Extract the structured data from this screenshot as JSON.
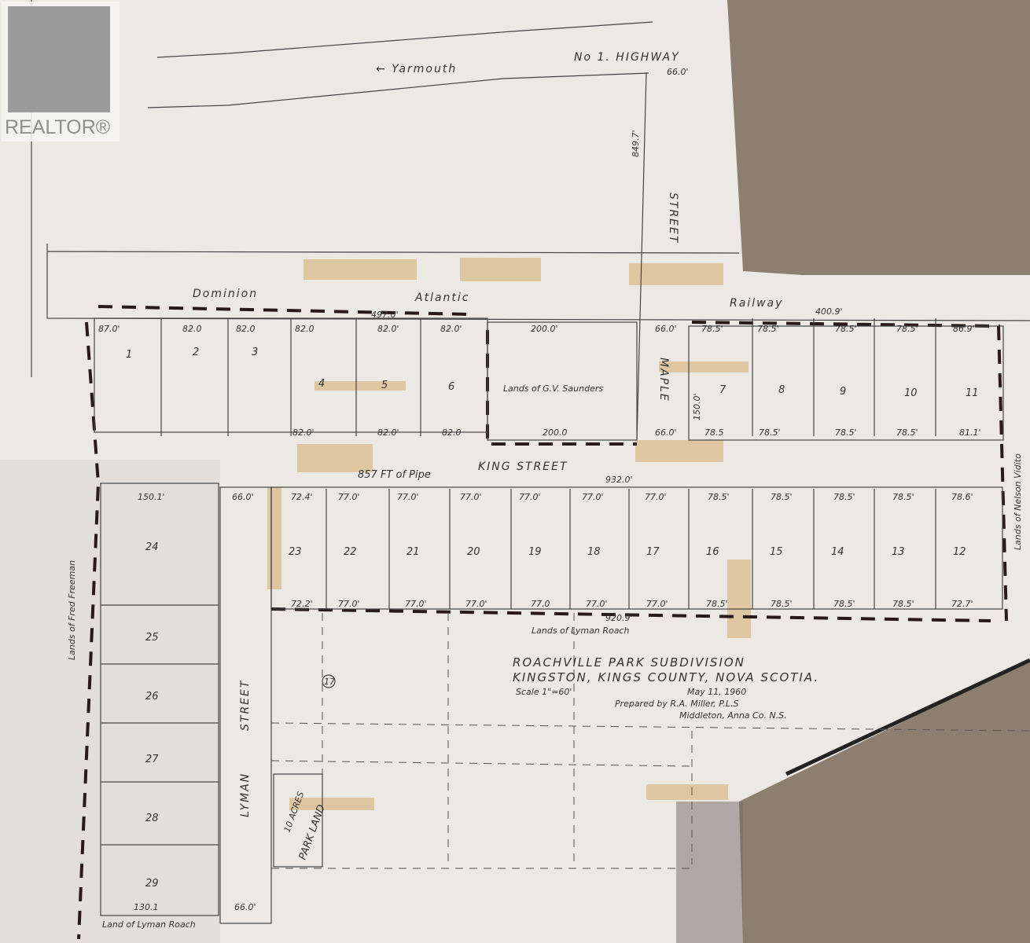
{
  "logo": {
    "text": "REALTOR®"
  },
  "colors": {
    "paper": "#ece9e4",
    "carpet": "#8d7f70",
    "ink": "#333333",
    "boundary": "#2a1a1a",
    "tape": "#d9b98a"
  },
  "roads": {
    "highway": "No 1. HIGHWAY",
    "yarmouth": "← Yarmouth",
    "railway_1": "Dominion",
    "railway_2": "Atlantic",
    "railway_3": "Railway",
    "king_street": "KING STREET",
    "maple": "MAPLE",
    "street_upper": "STREET",
    "lyman": "LYMAN",
    "lyman_street": "STREET"
  },
  "adjoining": {
    "saunders": "Lands of G.V. Saunders",
    "fred_freeman": "Lands of Fred Freeman",
    "lyman_roach_mid": "Lands of Lyman Roach",
    "lyman_roach_bottom": "Land of Lyman Roach",
    "nelson_vidito": "Lands of Nelson Vidito",
    "park_land": "PARK LAND",
    "acres": "10 ACRES",
    "pipe_note": "857 FT of Pipe"
  },
  "lots_north": [
    "1",
    "2",
    "3",
    "4",
    "5",
    "6",
    "7",
    "8",
    "9",
    "10",
    "11"
  ],
  "lots_south": [
    "23",
    "22",
    "21",
    "20",
    "19",
    "18",
    "17",
    "16",
    "15",
    "14",
    "13",
    "12"
  ],
  "lots_west": [
    "24",
    "25",
    "26",
    "27",
    "28",
    "29"
  ],
  "dimensions": {
    "top_north": [
      "87.0'",
      "82.0",
      "82.0",
      "82.0",
      "82.0'",
      "82.0'",
      "200.0'",
      "66.0'",
      "78.5'",
      "78.5'",
      "78.5'",
      "78.5'",
      "86.9'"
    ],
    "bottom_north": [
      "82.0'",
      "82.0'",
      "82.0",
      "200.0",
      "66.0'",
      "78.5",
      "78.5'",
      "78.5'",
      "78.5'",
      "81.1'"
    ],
    "king_south_top": [
      "150.1'",
      "66.0'",
      "72.4'",
      "77.0'",
      "77.0'",
      "77.0'",
      "77.0'",
      "77.0'",
      "77.0'",
      "78.5'",
      "78.5'",
      "78.5'",
      "78.5'",
      "78.6'"
    ],
    "south_bottom": [
      "72.2'",
      "77.0'",
      "77.0'",
      "77.0'",
      "77.0",
      "77.0'",
      "77.0'",
      "78.5'",
      "78.5'",
      "78.5'",
      "78.5'",
      "72.7'"
    ],
    "total_north": "497.0'",
    "total_east": "400.9'",
    "total_king": "932.0'",
    "total_south": "920.9'",
    "street_width": "66.0'",
    "street_length": "849.7'",
    "west_bottom": "130.1",
    "west_street": "66.0'",
    "depth": "150.0'"
  },
  "title_block": {
    "line1": "ROACHVILLE PARK SUBDIVISION",
    "line2": "KINGSTON, KINGS COUNTY, NOVA SCOTIA.",
    "scale": "Scale 1\"=60'",
    "date": "May 11, 1960",
    "prepared": "Prepared by R.A. Miller, P.L.S",
    "location": "Middleton, Anna Co. N.S."
  },
  "marker": "17"
}
